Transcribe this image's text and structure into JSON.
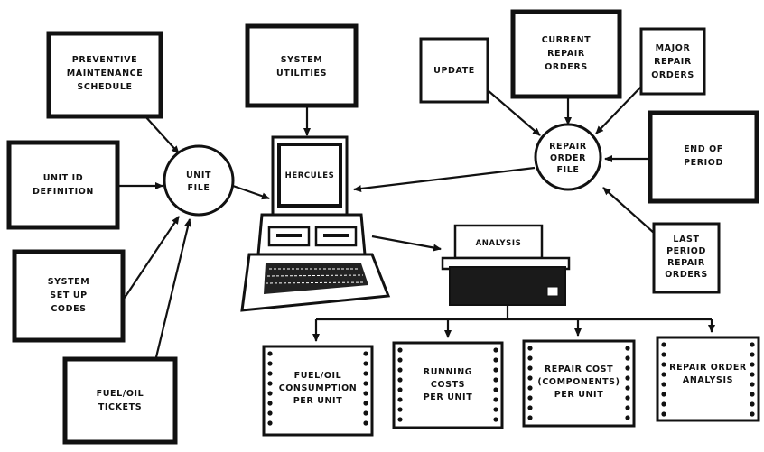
{
  "sources_left": {
    "preventive": [
      "PREVENTIVE",
      "MAINTENANCE",
      "SCHEDULE"
    ],
    "unit_id": [
      "UNIT ID",
      "DEFINITION"
    ],
    "setup_codes": [
      "SYSTEM",
      "SET UP",
      "CODES"
    ],
    "fuel_tickets": [
      "FUEL/OIL",
      "TICKETS"
    ]
  },
  "system_utilities": [
    "SYSTEM",
    "UTILITIES"
  ],
  "unit_file": [
    "UNIT",
    "FILE"
  ],
  "repair_order_file": [
    "REPAIR",
    "ORDER",
    "FILE"
  ],
  "sources_right": {
    "update": [
      "UPDATE"
    ],
    "current_repair": [
      "CURRENT",
      "REPAIR",
      "ORDERS"
    ],
    "major_repair": [
      "MAJOR",
      "REPAIR",
      "ORDERS"
    ],
    "end_of_period": [
      "END OF",
      "PERIOD"
    ],
    "last_period": [
      "LAST",
      "PERIOD",
      "REPAIR",
      "ORDERS"
    ]
  },
  "computer": {
    "screen_text": "HERCULES"
  },
  "printer": {
    "label": "ANALYSIS"
  },
  "reports": {
    "fuel": [
      "FUEL/OIL",
      "CONSUMPTION",
      "PER UNIT"
    ],
    "running": [
      "RUNNING",
      "COSTS",
      "PER UNIT"
    ],
    "repair_cost": [
      "REPAIR COST",
      "(COMPONENTS)",
      "PER UNIT"
    ],
    "repair_analysis": [
      "REPAIR ORDER",
      "ANALYSIS"
    ]
  }
}
